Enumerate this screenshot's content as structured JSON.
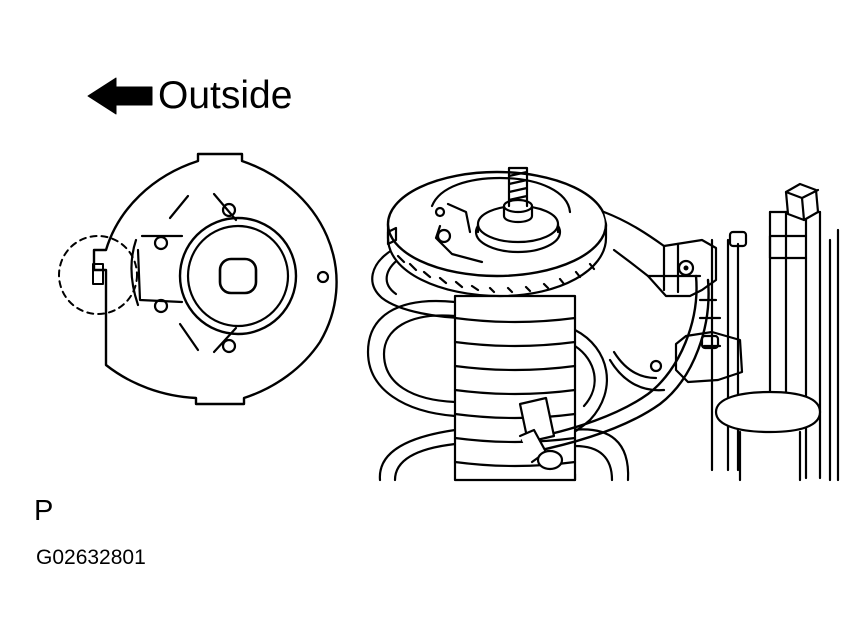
{
  "labels": {
    "direction": "Outside",
    "view_letter": "P",
    "figure_code": "G02632801"
  },
  "icons": {
    "direction_arrow": "arrow-left-icon"
  },
  "colors": {
    "ink": "#000000",
    "paper": "#ffffff"
  }
}
